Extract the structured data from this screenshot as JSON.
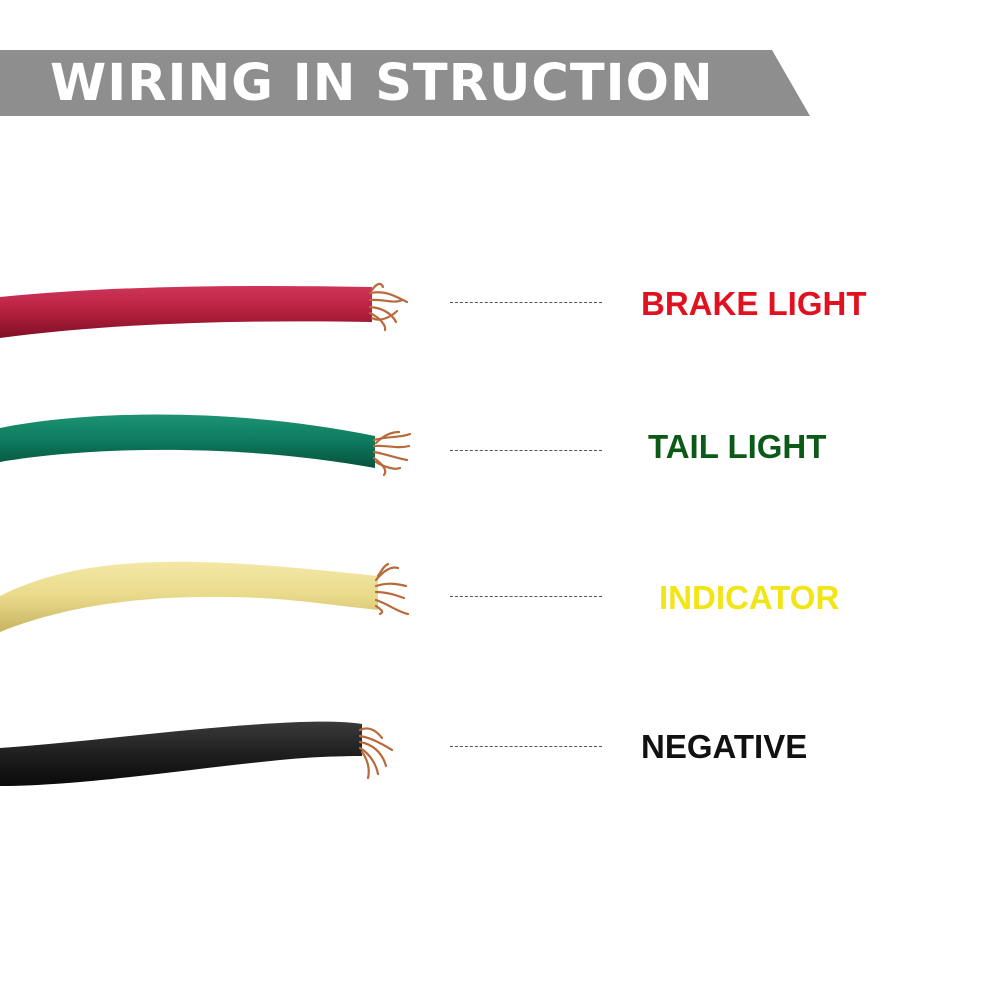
{
  "header": {
    "title": "WIRING IN STRUCTION"
  },
  "colors": {
    "banner": "#8e8e8e",
    "brake_light": "#e1111f",
    "tail_light": "#0c5a17",
    "indicator": "#f2e516",
    "negative": "#111111",
    "wire_red": "#b51f3d",
    "wire_green": "#0d7a5d",
    "wire_yellow": "#e8d98a",
    "wire_black": "#1f1f1f",
    "copper": "#b86a3a"
  },
  "wires": [
    {
      "id": "brake",
      "label": "BRAKE LIGHT",
      "wire_color": "red"
    },
    {
      "id": "tail",
      "label": "TAIL LIGHT",
      "wire_color": "green"
    },
    {
      "id": "indicator",
      "label": "INDICATOR",
      "wire_color": "yellow"
    },
    {
      "id": "negative",
      "label": "NEGATIVE",
      "wire_color": "black"
    }
  ]
}
